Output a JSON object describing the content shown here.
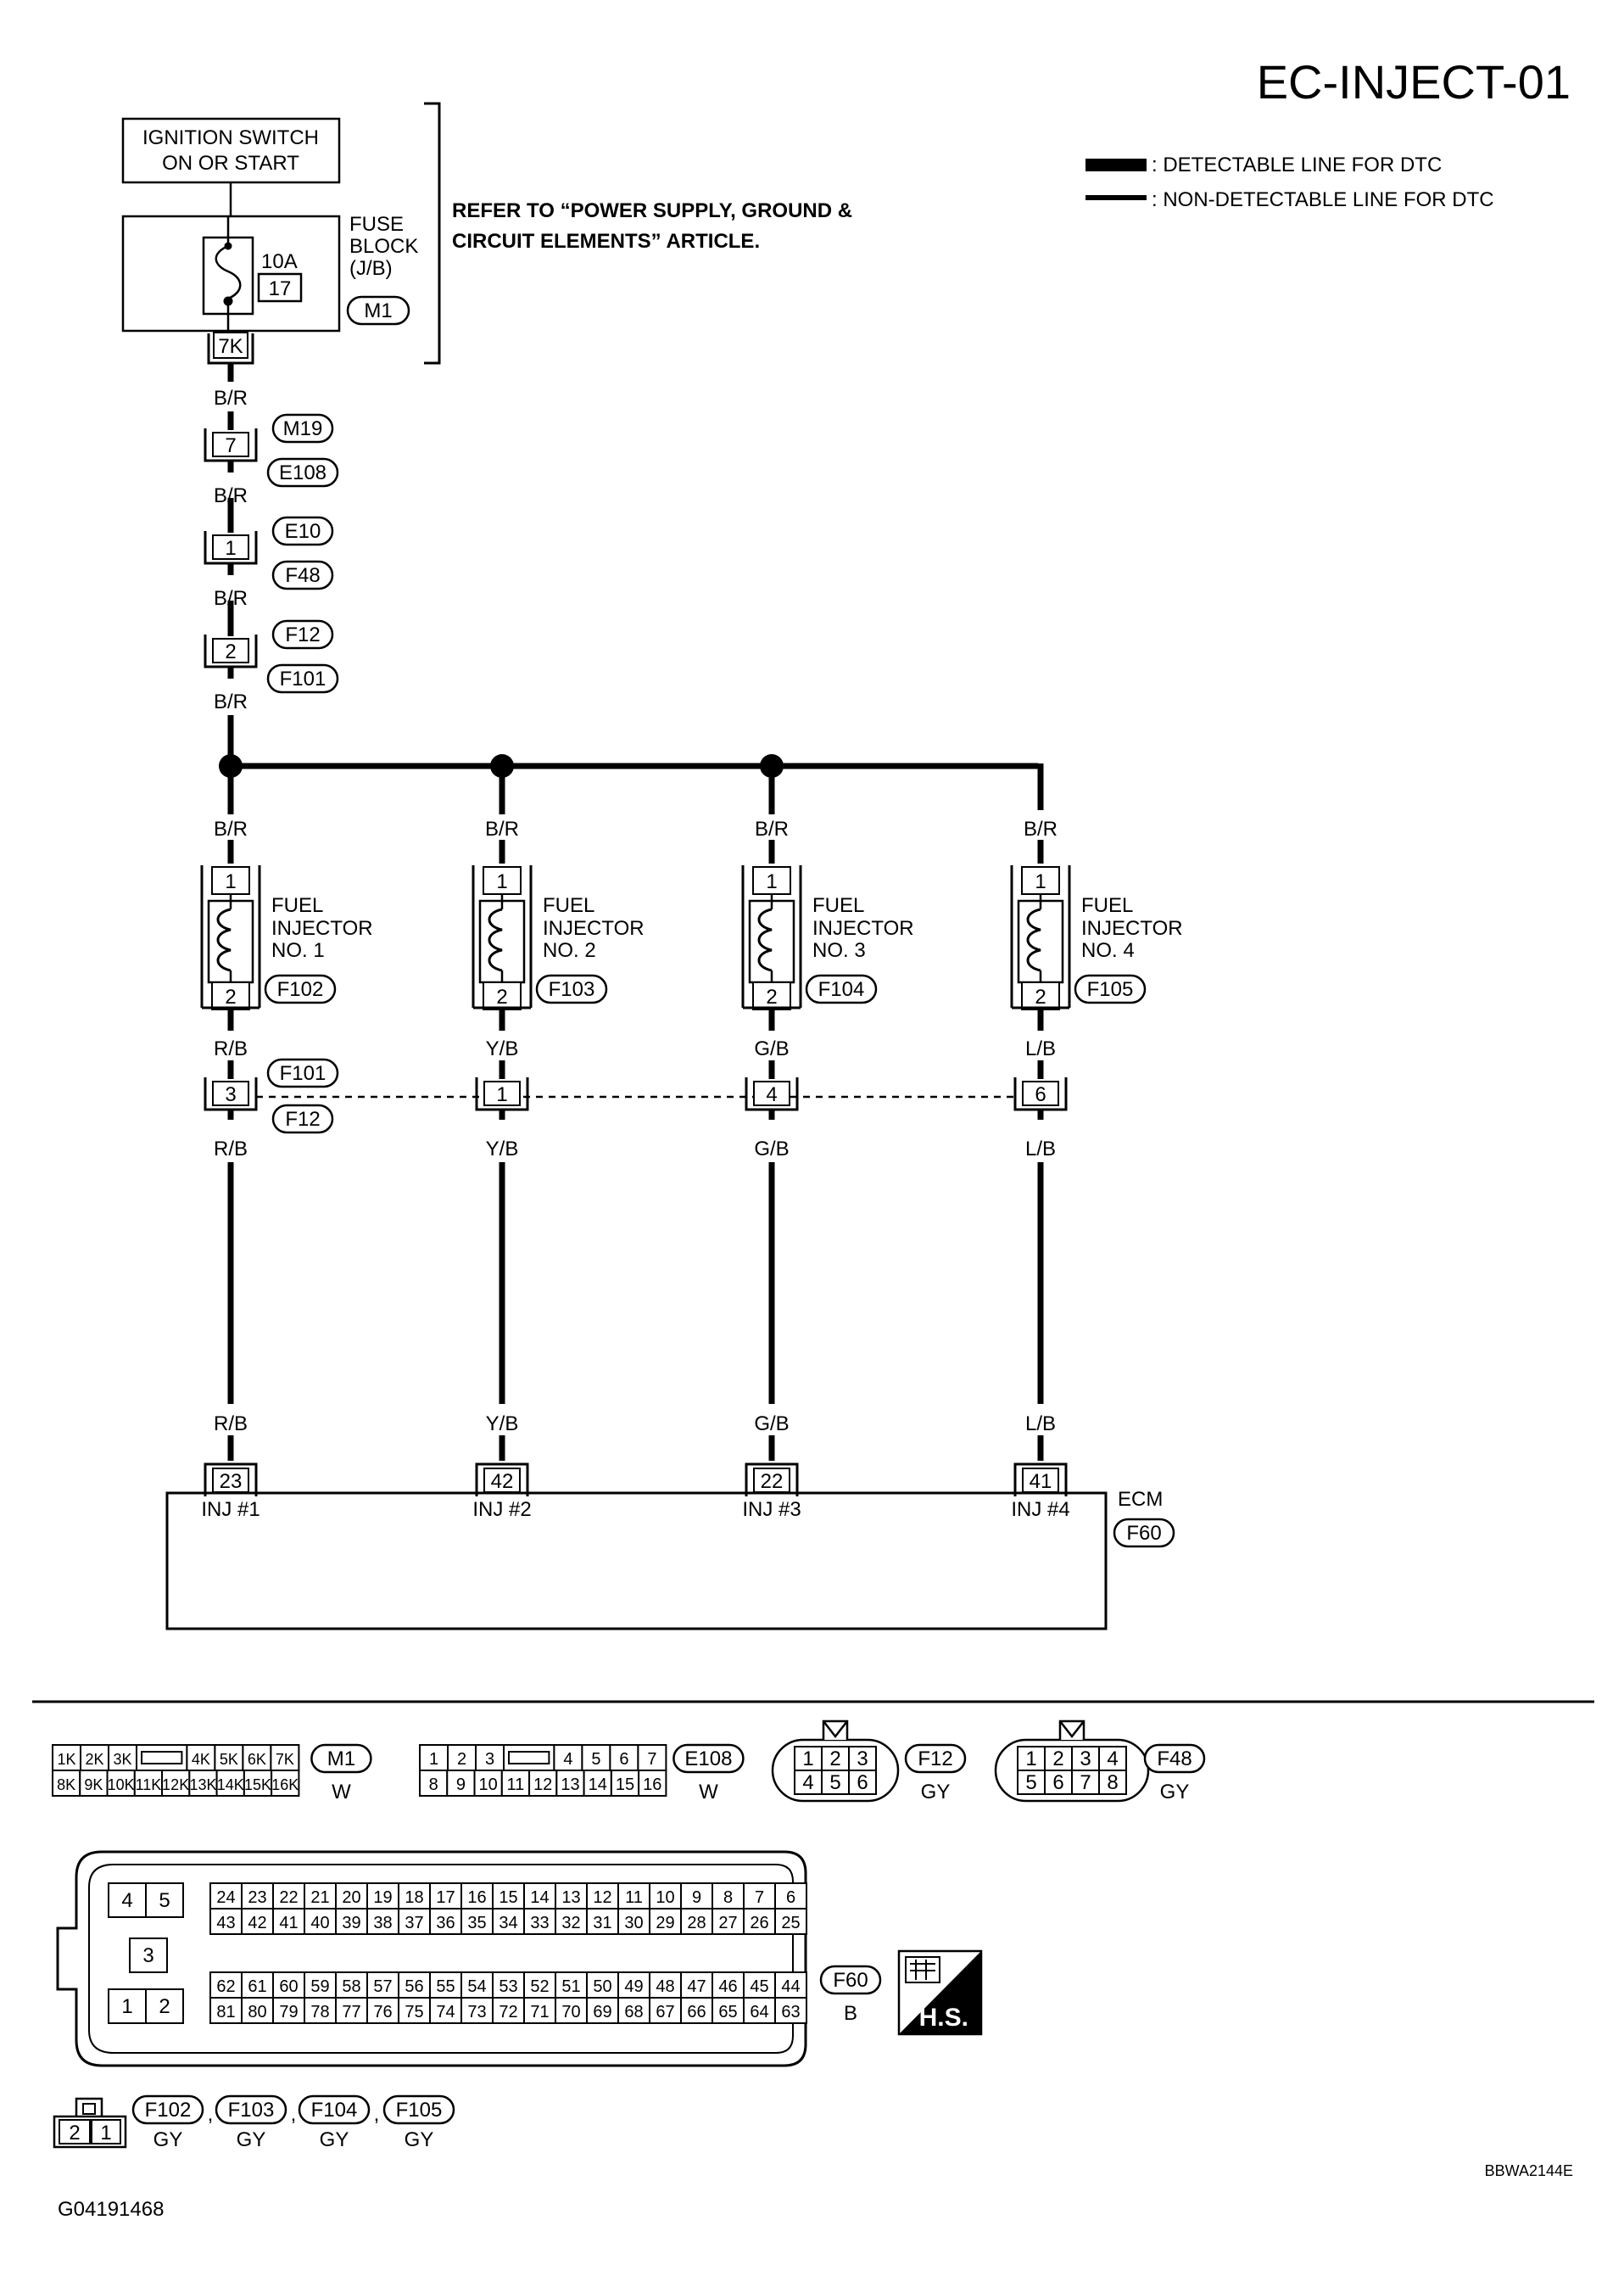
{
  "title": "EC-INJECT-01",
  "legend": {
    "detectable": ": DETECTABLE LINE FOR DTC",
    "non_detectable": ": NON-DETECTABLE LINE FOR DTC"
  },
  "power": {
    "ignition_line1": "IGNITION SWITCH",
    "ignition_line2": "ON OR START",
    "fuse_amps": "10A",
    "fuse_number": "17",
    "fuse_block_line1": "FUSE",
    "fuse_block_line2": "BLOCK",
    "fuse_block_line3": "(J/B)",
    "fuse_block_connector": "M1",
    "fuse_block_terminal": "7K",
    "refer_line1": "REFER TO “POWER SUPPLY, GROUND &",
    "refer_line2": "CIRCUIT ELEMENTS” ARTICLE."
  },
  "chain": [
    {
      "terminal": "7",
      "top": "M19",
      "bottom": "E108"
    },
    {
      "terminal": "1",
      "top": "E10",
      "bottom": "F48"
    },
    {
      "terminal": "2",
      "top": "F12",
      "bottom": "F101"
    }
  ],
  "feed_color": "B/R",
  "injectors": [
    {
      "line1": "FUEL",
      "line2": "INJECTOR",
      "line3": "NO. 1",
      "pin1": "1",
      "pin2": "2",
      "connector": "F102",
      "color_in": "B/R",
      "color_out": "R/B",
      "joint_pin": "3",
      "ecm_pin": "23",
      "ecm_label": "INJ #1"
    },
    {
      "line1": "FUEL",
      "line2": "INJECTOR",
      "line3": "NO. 2",
      "pin1": "1",
      "pin2": "2",
      "connector": "F103",
      "color_in": "B/R",
      "color_out": "Y/B",
      "joint_pin": "1",
      "ecm_pin": "42",
      "ecm_label": "INJ #2"
    },
    {
      "line1": "FUEL",
      "line2": "INJECTOR",
      "line3": "NO. 3",
      "pin1": "1",
      "pin2": "2",
      "connector": "F104",
      "color_in": "B/R",
      "color_out": "G/B",
      "joint_pin": "4",
      "ecm_pin": "22",
      "ecm_label": "INJ #3"
    },
    {
      "line1": "FUEL",
      "line2": "INJECTOR",
      "line3": "NO. 4",
      "pin1": "1",
      "pin2": "2",
      "connector": "F105",
      "color_in": "B/R",
      "color_out": "L/B",
      "joint_pin": "6",
      "ecm_pin": "41",
      "ecm_label": "INJ #4"
    }
  ],
  "joint": {
    "top": "F101",
    "bottom": "F12"
  },
  "ecm": {
    "name": "ECM",
    "connector": "F60"
  },
  "connector_views": {
    "m1": {
      "id": "M1",
      "color": "W",
      "row1": [
        "1K",
        "2K",
        "3K",
        "",
        "4K",
        "5K",
        "6K",
        "7K"
      ],
      "row2": [
        "8K",
        "9K",
        "10K",
        "11K",
        "12K",
        "13K",
        "14K",
        "15K",
        "16K"
      ]
    },
    "e108": {
      "id": "E108",
      "color": "W",
      "row1": [
        "1",
        "2",
        "3",
        "",
        "4",
        "5",
        "6",
        "7"
      ],
      "row2": [
        "8",
        "9",
        "10",
        "11",
        "12",
        "13",
        "14",
        "15",
        "16"
      ]
    },
    "f12": {
      "id": "F12",
      "color": "GY",
      "row1": [
        "1",
        "2",
        "3"
      ],
      "row2": [
        "4",
        "5",
        "6"
      ]
    },
    "f48": {
      "id": "F48",
      "color": "GY",
      "row1": [
        "1",
        "2",
        "3",
        "4"
      ],
      "row2": [
        "5",
        "6",
        "7",
        "8"
      ]
    },
    "f60": {
      "id": "F60",
      "color": "B",
      "left": [
        "4",
        "5",
        "3",
        "1",
        "2"
      ],
      "r1": [
        "24",
        "23",
        "22",
        "21",
        "20",
        "19",
        "18",
        "17",
        "16",
        "15",
        "14",
        "13",
        "12",
        "11",
        "10",
        "9",
        "8",
        "7",
        "6"
      ],
      "r2": [
        "43",
        "42",
        "41",
        "40",
        "39",
        "38",
        "37",
        "36",
        "35",
        "34",
        "33",
        "32",
        "31",
        "30",
        "29",
        "28",
        "27",
        "26",
        "25"
      ],
      "r3": [
        "62",
        "61",
        "60",
        "59",
        "58",
        "57",
        "56",
        "55",
        "54",
        "53",
        "52",
        "51",
        "50",
        "49",
        "48",
        "47",
        "46",
        "45",
        "44"
      ],
      "r4": [
        "81",
        "80",
        "79",
        "78",
        "77",
        "76",
        "75",
        "74",
        "73",
        "72",
        "71",
        "70",
        "69",
        "68",
        "67",
        "66",
        "65",
        "64",
        "63"
      ]
    },
    "inj": {
      "pins": [
        "2",
        "1"
      ],
      "ids": [
        "F102",
        "F103",
        "F104",
        "F105"
      ],
      "color": "GY",
      "sep": ","
    }
  },
  "hs_label": "H.S.",
  "ref_code": "BBWA2144E",
  "doc_code": "G04191468"
}
